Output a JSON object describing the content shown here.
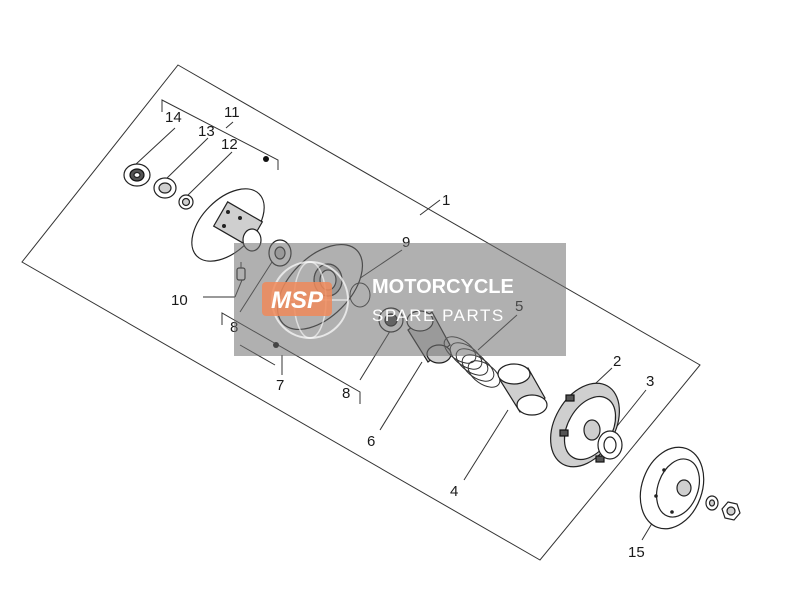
{
  "callouts": [
    {
      "id": "1",
      "text": "1"
    },
    {
      "id": "2",
      "text": "2"
    },
    {
      "id": "3",
      "text": "3"
    },
    {
      "id": "4",
      "text": "4"
    },
    {
      "id": "5",
      "text": "5"
    },
    {
      "id": "6",
      "text": "6"
    },
    {
      "id": "7",
      "text": "7"
    },
    {
      "id": "8a",
      "text": "8"
    },
    {
      "id": "8b",
      "text": "8"
    },
    {
      "id": "9",
      "text": "9"
    },
    {
      "id": "10",
      "text": "10"
    },
    {
      "id": "11",
      "text": "11"
    },
    {
      "id": "12",
      "text": "12"
    },
    {
      "id": "13",
      "text": "13"
    },
    {
      "id": "14",
      "text": "14"
    },
    {
      "id": "15",
      "text": "15"
    }
  ],
  "watermark": {
    "logo": "MSP",
    "line1": "MOTORCYCLE",
    "line2": "SPARE PARTS",
    "color": "#f08a5a"
  },
  "colors": {
    "line": "#333333",
    "part_fill": "#ffffff",
    "part_shade": "#cfcfcf",
    "watermark_box": "#6f6f6f"
  }
}
